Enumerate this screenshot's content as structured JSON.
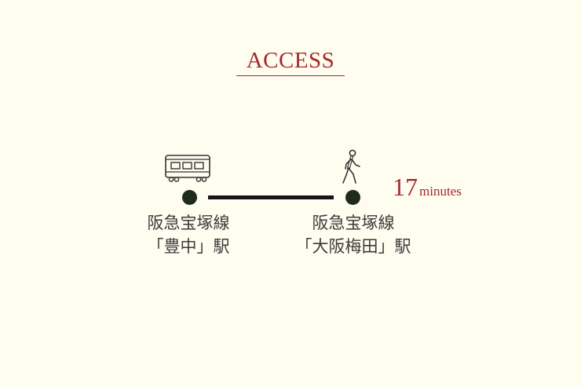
{
  "title": "ACCESS",
  "icons": {
    "start": "train-icon",
    "end": "walking-person-icon"
  },
  "colors": {
    "background": "#fefdf0",
    "accent": "#a32a2a",
    "dot": "#1f2b1c",
    "line": "#151515",
    "text": "#3b3b3b"
  },
  "duration": {
    "value": "17",
    "unit": "minutes"
  },
  "stations": [
    {
      "line": "阪急宝塚線",
      "name": "「豊中」駅"
    },
    {
      "line": "阪急宝塚線",
      "name": "「大阪梅田」駅"
    }
  ]
}
